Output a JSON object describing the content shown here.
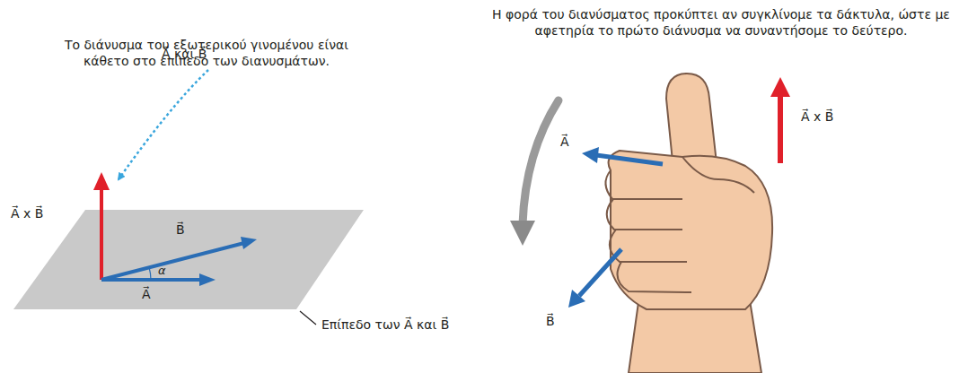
{
  "diagram": {
    "labels": [
      "Το διάνυσμα του εξωτερικού γινομένου είναι κάθετο στο επίπεδο των διανυσμάτων.",
      "A⃗ και B⃗",
      "A⃗ x B⃗",
      "B⃗",
      "α",
      "A⃗",
      "Επίπεδο των A⃗ και B⃗",
      "Η φορά του διανύσματος προκύπτει αν συγκλίνομε τα δάκτυλα, ώστε με αφετηρία το πρώτο διάνυσμα να συναντήσομε το δεύτερο.",
      "A⃗",
      "A⃗ x B⃗",
      "B⃗"
    ]
  }
}
